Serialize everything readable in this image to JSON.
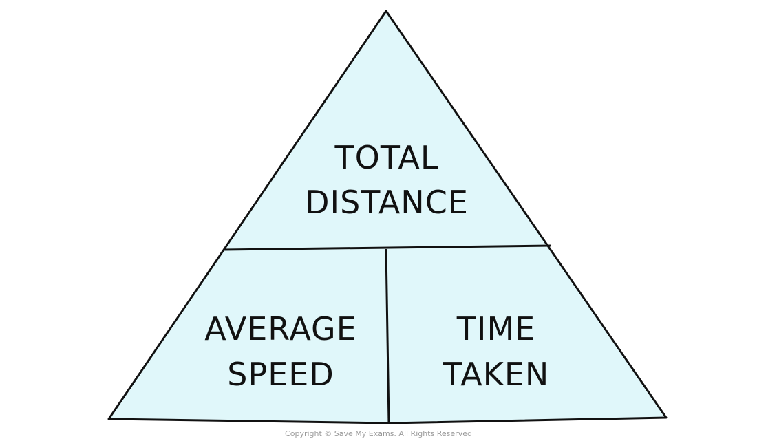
{
  "diagram": {
    "top": {
      "line1": "TOTAL",
      "line2": "DISTANCE"
    },
    "bottom_left": {
      "line1": "AVERAGE",
      "line2": "SPEED"
    },
    "bottom_right": {
      "line1": "TIME",
      "line2": "TAKEN"
    },
    "fill_color": "#e0f7fa",
    "stroke_color": "#111111"
  },
  "footer": {
    "copyright": "Copyright © Save My Exams. All Rights Reserved"
  }
}
